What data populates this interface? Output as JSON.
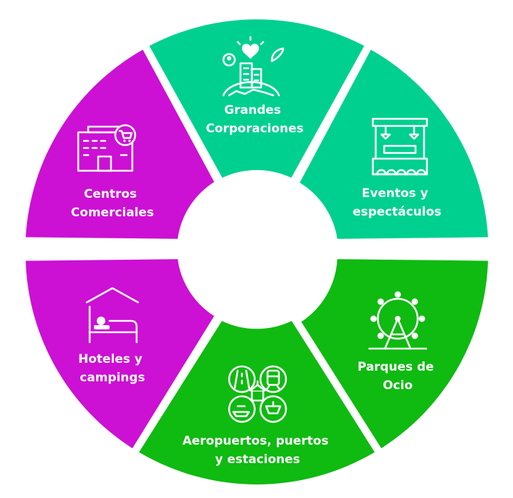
{
  "colors": {
    "magenta": "#cc10d4",
    "teal": "#00d08f",
    "green": "#0fba11",
    "text": "#ffffff",
    "background": "#ffffff"
  },
  "segments": [
    {
      "id": "corporaciones",
      "label_lines": [
        "Grandes",
        "Corporaciones"
      ],
      "color": "teal",
      "icon": "city-heart-icon"
    },
    {
      "id": "eventos",
      "label_lines": [
        "Eventos y",
        "espectáculos"
      ],
      "color": "teal",
      "icon": "stage-icon"
    },
    {
      "id": "parques",
      "label_lines": [
        "Parques de",
        "Ocio"
      ],
      "color": "green",
      "icon": "ferris-wheel-icon"
    },
    {
      "id": "aeropuertos",
      "label_lines": [
        "Aeropuertos, puertos",
        "y estaciones"
      ],
      "color": "green",
      "icon": "transport-icon"
    },
    {
      "id": "hoteles",
      "label_lines": [
        "Hoteles y",
        "campings"
      ],
      "color": "magenta",
      "icon": "bed-icon"
    },
    {
      "id": "centros",
      "label_lines": [
        "Centros",
        "Comerciales"
      ],
      "color": "magenta",
      "icon": "shopping-mall-icon"
    }
  ]
}
